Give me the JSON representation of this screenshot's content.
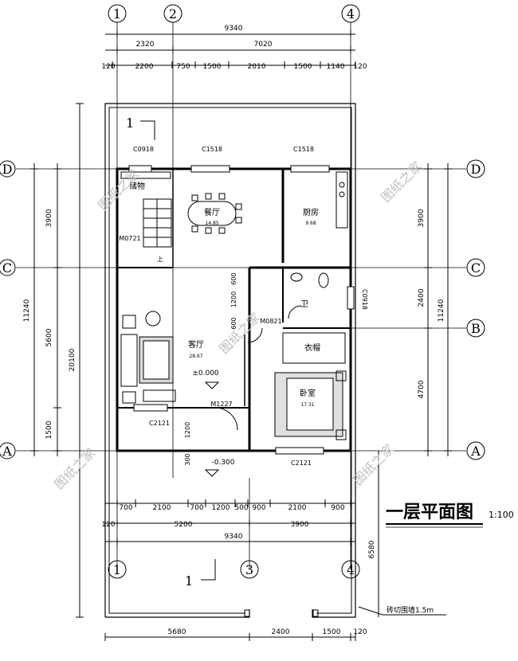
{
  "title": "一层平面图",
  "scale": "1:100",
  "axes": {
    "a1": "1",
    "a2": "2",
    "a3": "3",
    "a4": "4",
    "aA": "A",
    "aB": "B",
    "aC": "C",
    "aD": "D"
  },
  "dims_top": {
    "total": "9340",
    "seg1": "2320",
    "seg2": "7020",
    "w120a": "120",
    "d2200": "2200",
    "d750": "750",
    "d1500a": "1500",
    "d2010": "2010",
    "d1500b": "1500",
    "d1140": "1140",
    "w120b": "120"
  },
  "dims_bottom": {
    "d700a": "700",
    "d2100a": "2100",
    "d700b": "700",
    "d1200": "1200",
    "d500": "500",
    "d900a": "900",
    "d2100b": "2100",
    "d900b": "900",
    "w120": "120",
    "d5200": "5200",
    "d3900": "3900",
    "total": "9340",
    "d5680": "5680",
    "d2400": "2400",
    "d1500": "1500",
    "w120c": "120"
  },
  "dims_left": {
    "d3900": "3900",
    "d5600": "5600",
    "d1500": "1500",
    "total11240": "11240",
    "total20100": "20100"
  },
  "dims_right": {
    "d3900": "3900",
    "d2400": "2400",
    "d4700": "4700",
    "total11240": "11240",
    "d6580": "6580"
  },
  "dims_inner": {
    "d600a": "600",
    "d1200": "1200",
    "d600b": "600",
    "d1200b": "1200",
    "d300": "300"
  },
  "rooms": {
    "dining": {
      "name": "餐厅",
      "area": "14.85"
    },
    "kitchen": {
      "name": "厨房",
      "area": "9.68"
    },
    "storage": {
      "name": "储物"
    },
    "bath": {
      "name": "卫"
    },
    "closet": {
      "name": "衣帽"
    },
    "living": {
      "name": "客厅",
      "area": "28.67"
    },
    "bedroom": {
      "name": "卧室",
      "area": "17.31"
    }
  },
  "openings": {
    "c0918a": "C0918",
    "c1518a": "C1518",
    "c1518b": "C1518",
    "m0721": "M0721",
    "m0821": "M0821",
    "c0918b": "C0918",
    "c2121a": "C2121",
    "m1227": "M1227",
    "c2121b": "C2121"
  },
  "stair_up": "上",
  "levels": {
    "floor": "±0.000",
    "outdoor": "-0.300"
  },
  "section_mark": "1",
  "note": "砖切围墙1.5m",
  "watermark": "图纸之家"
}
